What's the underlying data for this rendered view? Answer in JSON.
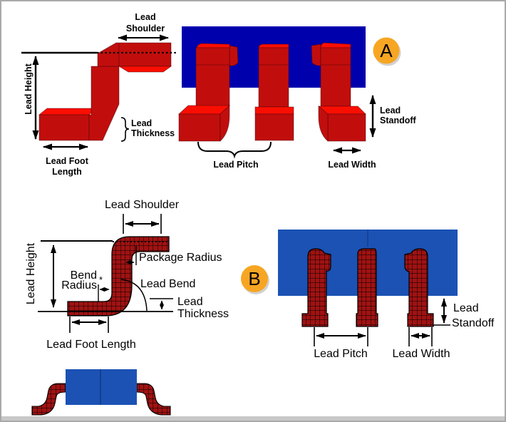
{
  "figure": {
    "description": "Lead geometry definition diagram for gull-wing package leads",
    "colors": {
      "lead_red_front": "#C10E0D",
      "lead_red_bright": "#FB0E02",
      "package_blue_a": "#0000AD",
      "package_blue_b": "#1B52B4",
      "mesh_lead_red": "#A01212",
      "badge_orange": "#F6A623",
      "frame_border": "#A9A9A9",
      "bottom_bar": "#C8C8C8",
      "line_color": "#000000"
    }
  },
  "sections": {
    "a": {
      "badge": "A",
      "profile": {
        "shoulder_line1": "Lead",
        "shoulder_line2": "Shoulder",
        "height": "Lead Height",
        "thickness_line1": "Lead",
        "thickness_line2": "Thickness",
        "foot_line1": "Lead Foot",
        "foot_line2": "Length"
      },
      "assembly": {
        "pitch": "Lead Pitch",
        "width": "Lead Width",
        "standoff_line1": "Lead",
        "standoff_line2": "Standoff"
      }
    },
    "b": {
      "badge": "B",
      "profile": {
        "shoulder": "Lead Shoulder",
        "height": "Lead Height",
        "package_radius": "Package Radius",
        "bend_line1": "Bend",
        "bend_line2": "Radius",
        "asterisk": "*",
        "lead_bend": "Lead Bend",
        "thickness_line1": "Lead",
        "thickness_line2": "Thickness",
        "foot": "Lead Foot Length"
      },
      "assembly": {
        "pitch": "Lead Pitch",
        "width": "Lead Width",
        "standoff_line1": "Lead",
        "standoff_line2": "Standoff"
      }
    }
  }
}
